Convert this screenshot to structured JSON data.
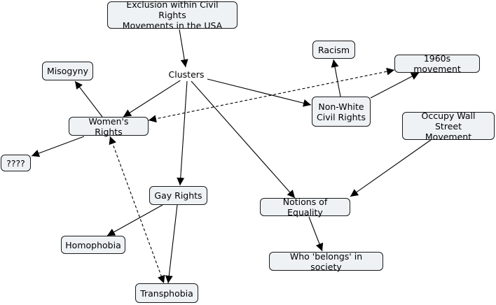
{
  "concept_map": {
    "nodes": {
      "root": "Exclusion within Civil Rights\nMovements in the USA",
      "clusters": "Clusters",
      "misogyny": "Misogyny",
      "racism": "Racism",
      "movement_1960s": "1960s movement",
      "womens_rights": "Women's Rights",
      "non_white": "Non-White\nCivil Rights",
      "occupy": "Occupy Wall Street\nMovement",
      "unknown": "????",
      "gay_rights": "Gay Rights",
      "equality": "Notions of Equality",
      "homophobia": "Homophobia",
      "belongs": "Who 'belongs' in society",
      "transphobia": "Transphobia"
    },
    "links": [
      {
        "from": "root",
        "to": "clusters",
        "style": "solid"
      },
      {
        "from": "clusters",
        "to": "womens_rights",
        "style": "solid"
      },
      {
        "from": "clusters",
        "to": "non_white",
        "style": "solid"
      },
      {
        "from": "clusters",
        "to": "gay_rights",
        "style": "solid"
      },
      {
        "from": "clusters",
        "to": "equality",
        "style": "solid"
      },
      {
        "from": "womens_rights",
        "to": "misogyny",
        "style": "solid"
      },
      {
        "from": "womens_rights",
        "to": "unknown",
        "style": "solid"
      },
      {
        "from": "womens_rights",
        "to": "movement_1960s",
        "style": "dashed",
        "bidirectional": true
      },
      {
        "from": "womens_rights",
        "to": "transphobia",
        "style": "dashed",
        "bidirectional": true
      },
      {
        "from": "non_white",
        "to": "racism",
        "style": "solid"
      },
      {
        "from": "non_white",
        "to": "movement_1960s",
        "style": "solid"
      },
      {
        "from": "occupy",
        "to": "equality",
        "style": "solid"
      },
      {
        "from": "gay_rights",
        "to": "homophobia",
        "style": "solid"
      },
      {
        "from": "gay_rights",
        "to": "transphobia",
        "style": "solid"
      },
      {
        "from": "equality",
        "to": "belongs",
        "style": "solid"
      }
    ]
  }
}
